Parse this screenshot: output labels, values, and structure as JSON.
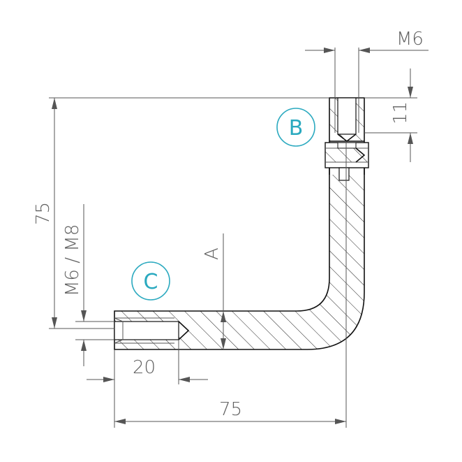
{
  "dimensions": {
    "top_thread": "M6",
    "top_depth": "11",
    "height": "75",
    "bottom_thread": "M6 / M8",
    "bottom_depth": "20",
    "width": "75",
    "section_label": "A"
  },
  "callouts": {
    "b": "B",
    "c": "C"
  },
  "colors": {
    "callout": "#2aa9bf",
    "line": "#111111",
    "dimension": "#606060"
  }
}
